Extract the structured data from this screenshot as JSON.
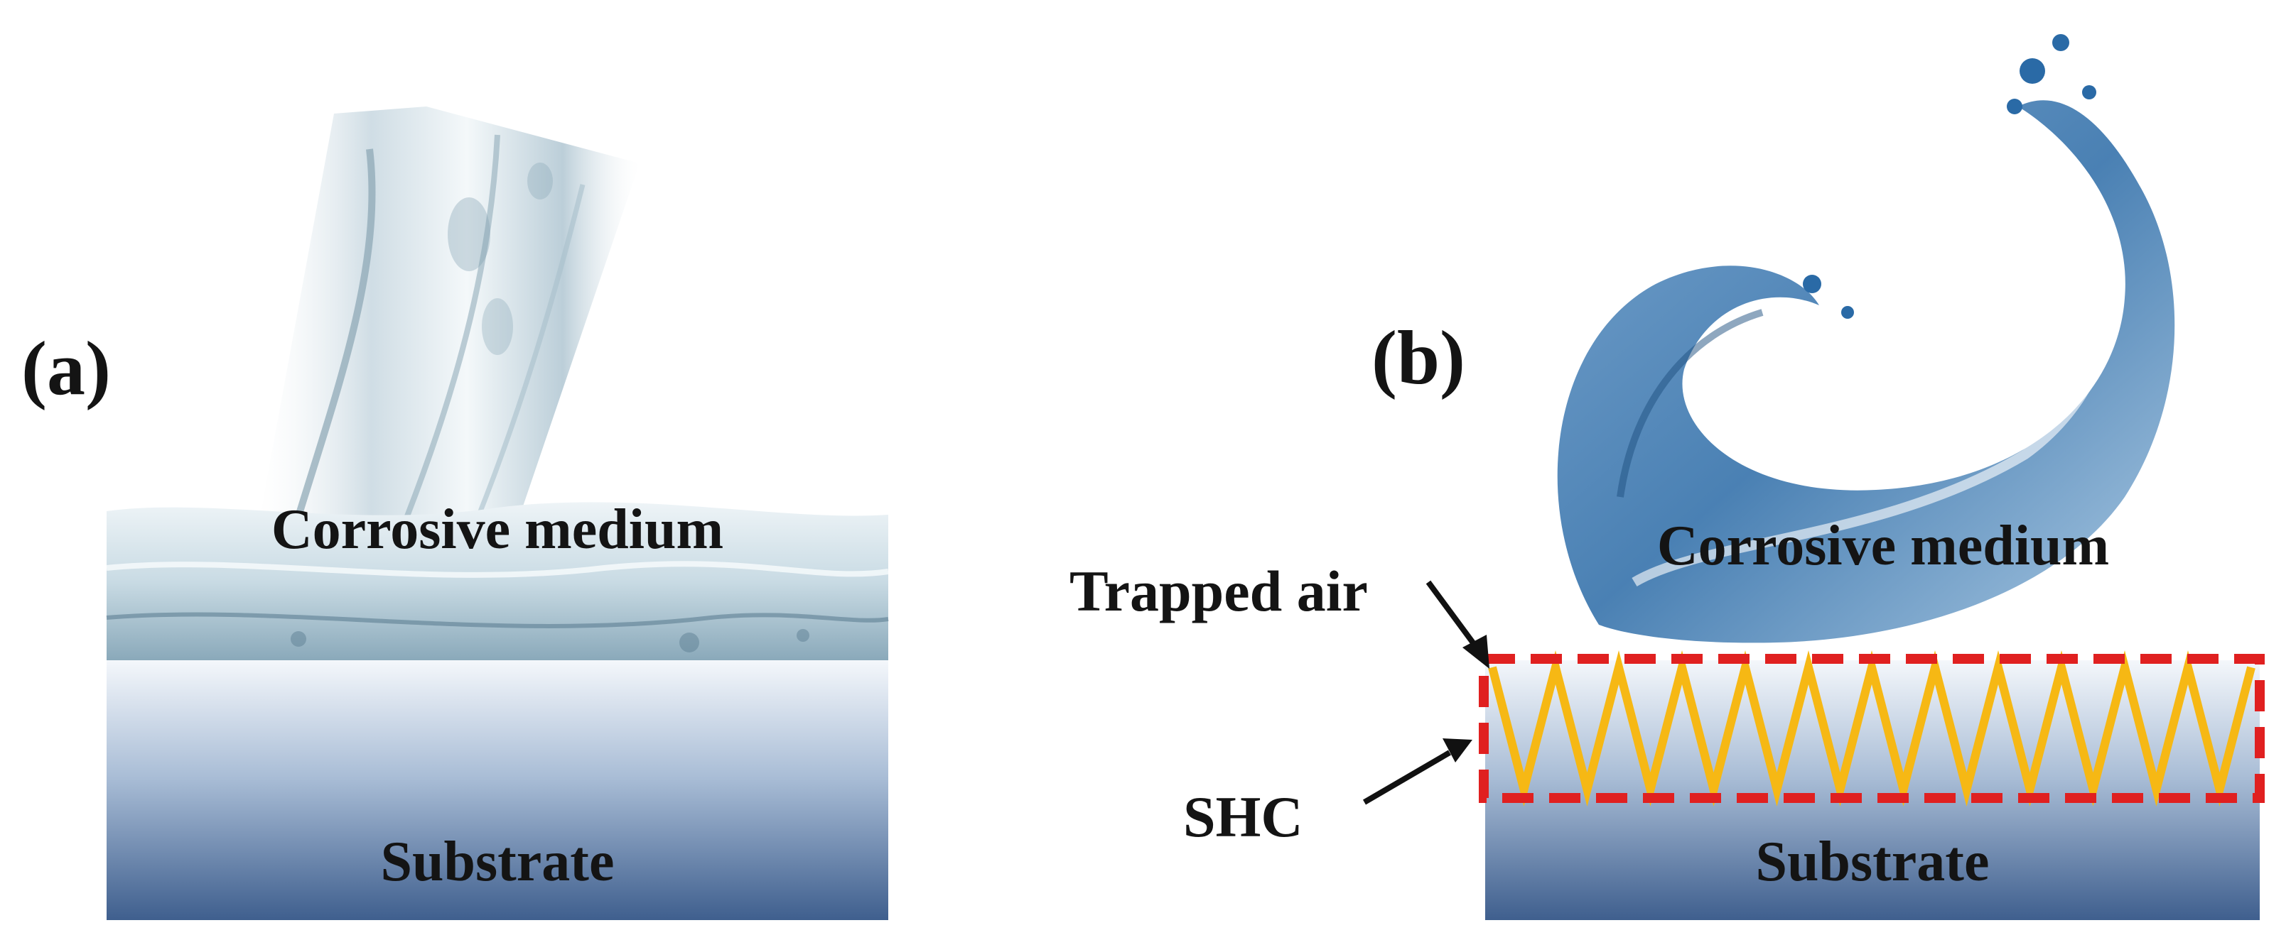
{
  "panel_a": {
    "label": "(a)",
    "medium_label": "Corrosive medium",
    "substrate_label": "Substrate"
  },
  "panel_b": {
    "label": "(b)",
    "medium_label": "Corrosive medium",
    "trapped_air_label": "Trapped air",
    "coating_label": "SHC",
    "substrate_label": "Substrate",
    "zigzag_peaks": 12
  },
  "colors": {
    "substrate_top": "#f4f7fb",
    "substrate_bottom": "#3f5f8e",
    "water_light": "#dfe9ef",
    "water_dark": "#7b9fb3",
    "wave_blue": "#2a6aa6",
    "zigzag": "#f6b814",
    "dashed_box": "#e02020",
    "arrow": "#111111"
  }
}
